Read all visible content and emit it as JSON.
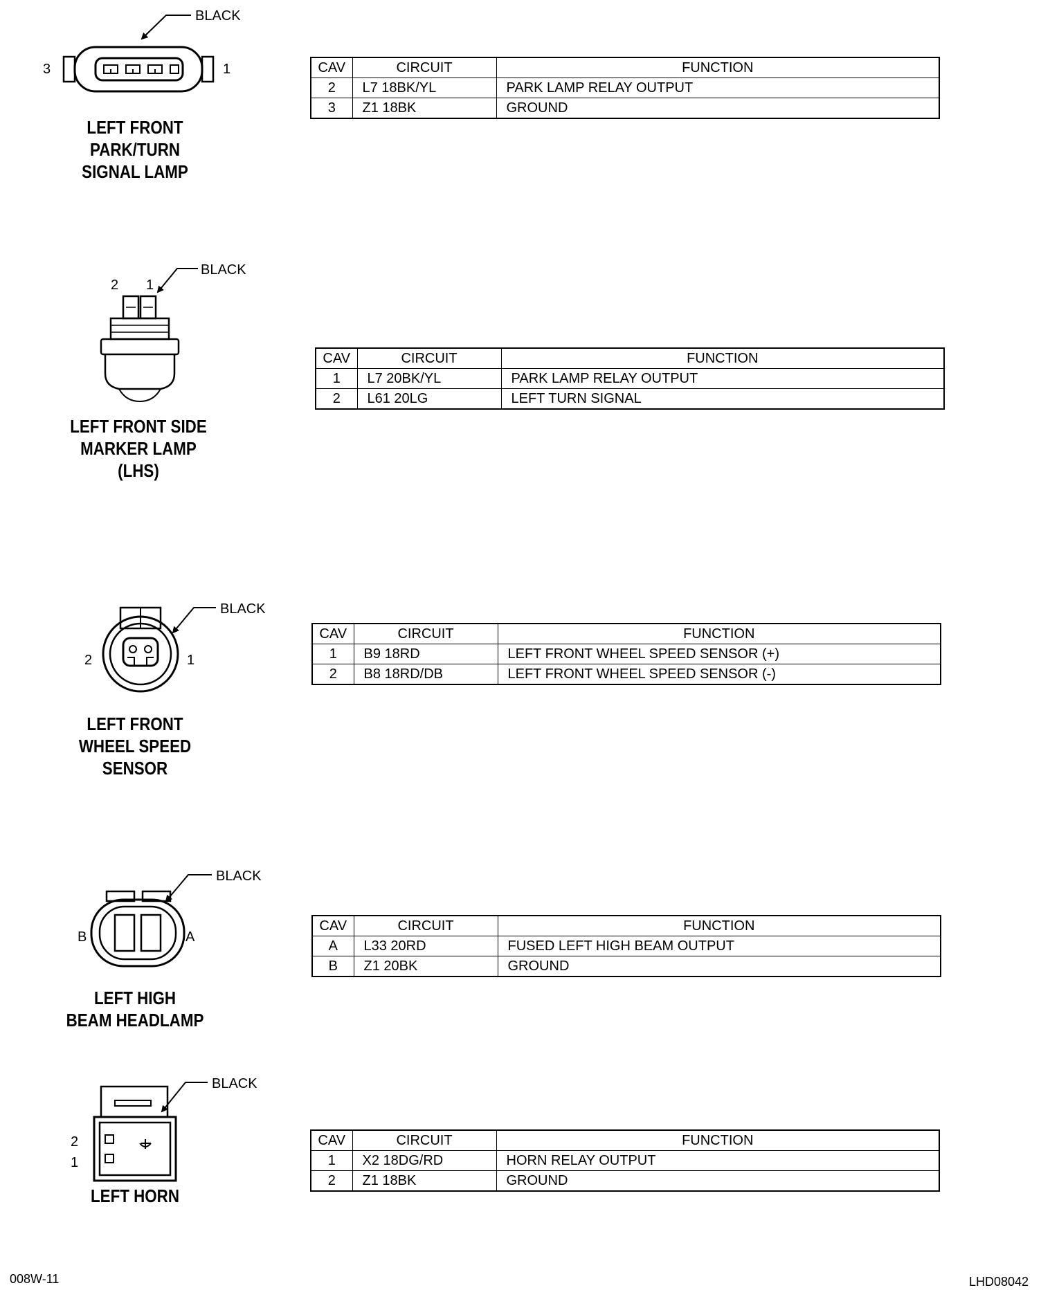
{
  "headers": {
    "cav": "CAV",
    "circuit": "CIRCUIT",
    "function": "FUNCTION"
  },
  "connectors": [
    {
      "title": [
        "LEFT FRONT",
        "PARK/TURN",
        "SIGNAL LAMP"
      ],
      "color_label": "BLACK",
      "pin_labels": [
        "3",
        "1"
      ],
      "rows": [
        {
          "cav": "2",
          "circuit": "L7 18BK/YL",
          "function": "PARK LAMP RELAY OUTPUT"
        },
        {
          "cav": "3",
          "circuit": "Z1 18BK",
          "function": "GROUND"
        }
      ]
    },
    {
      "title": [
        "LEFT FRONT SIDE",
        "MARKER LAMP",
        "(LHS)"
      ],
      "color_label": "BLACK",
      "pin_labels": [
        "2",
        "1"
      ],
      "rows": [
        {
          "cav": "1",
          "circuit": "L7 20BK/YL",
          "function": "PARK LAMP RELAY OUTPUT"
        },
        {
          "cav": "2",
          "circuit": "L61 20LG",
          "function": "LEFT TURN SIGNAL"
        }
      ]
    },
    {
      "title": [
        "LEFT FRONT",
        "WHEEL SPEED",
        "SENSOR"
      ],
      "color_label": "BLACK",
      "pin_labels": [
        "2",
        "1"
      ],
      "rows": [
        {
          "cav": "1",
          "circuit": "B9 18RD",
          "function": "LEFT FRONT WHEEL SPEED SENSOR (+)"
        },
        {
          "cav": "2",
          "circuit": "B8 18RD/DB",
          "function": "LEFT FRONT WHEEL SPEED SENSOR (-)"
        }
      ]
    },
    {
      "title": [
        "LEFT HIGH",
        "BEAM HEADLAMP"
      ],
      "color_label": "BLACK",
      "pin_labels": [
        "B",
        "A"
      ],
      "rows": [
        {
          "cav": "A",
          "circuit": "L33 20RD",
          "function": "FUSED LEFT HIGH BEAM OUTPUT"
        },
        {
          "cav": "B",
          "circuit": "Z1 20BK",
          "function": "GROUND"
        }
      ]
    },
    {
      "title": [
        "LEFT HORN"
      ],
      "color_label": "BLACK",
      "pin_labels": [
        "2",
        "1"
      ],
      "rows": [
        {
          "cav": "1",
          "circuit": "X2 18DG/RD",
          "function": "HORN RELAY OUTPUT"
        },
        {
          "cav": "2",
          "circuit": "Z1 18BK",
          "function": "GROUND"
        }
      ]
    }
  ],
  "footer": {
    "left": "008W-11",
    "right": "LHD08042"
  }
}
